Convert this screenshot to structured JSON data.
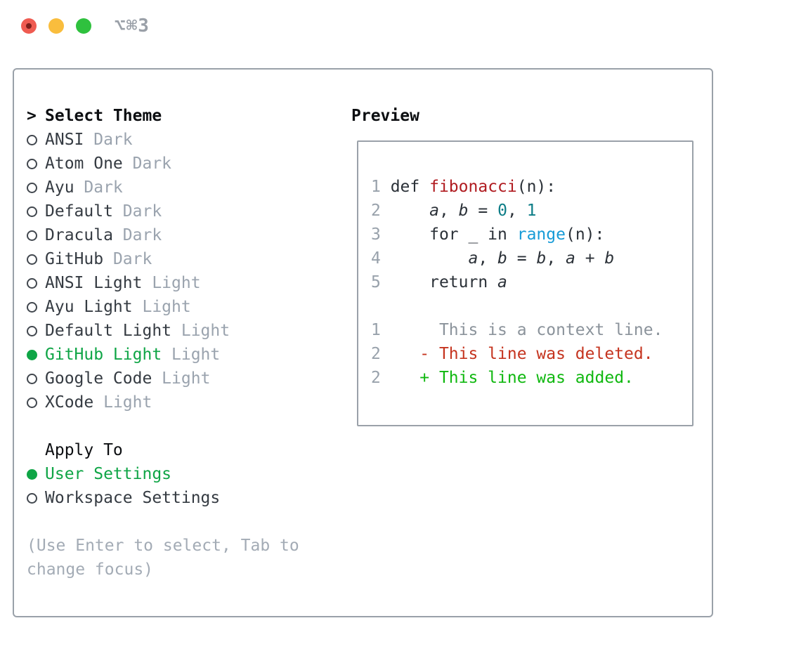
{
  "window": {
    "title": "⌥⌘3"
  },
  "colors": {
    "accent_green": "#0fa546",
    "added_green": "#10b810",
    "deleted_red": "#c5341f",
    "function_red": "#b01b20",
    "number_teal": "#0d7d87",
    "builtin_blue": "#169bd7",
    "text_dark": "#353b42",
    "heading_black": "#0c0e11",
    "muted_gray": "#9aa3ae",
    "hint_gray": "#a3abb5",
    "lineno_gray": "#98a1ab",
    "context_gray": "#8b939b",
    "border_gray": "#9aa1a9",
    "titlebar_gray": "#9aa0a8",
    "traffic_red": "#ef5b51",
    "traffic_red_dot": "#7e1f1b",
    "traffic_yellow": "#f9bd3d",
    "traffic_green": "#2fc13e"
  },
  "theme_panel": {
    "prompt": ">",
    "header": "Select Theme",
    "items": [
      {
        "name": "ANSI",
        "variant": "Dark",
        "selected": false
      },
      {
        "name": "Atom One",
        "variant": "Dark",
        "selected": false
      },
      {
        "name": "Ayu",
        "variant": "Dark",
        "selected": false
      },
      {
        "name": "Default",
        "variant": "Dark",
        "selected": false
      },
      {
        "name": "Dracula",
        "variant": "Dark",
        "selected": false
      },
      {
        "name": "GitHub",
        "variant": "Dark",
        "selected": false
      },
      {
        "name": "ANSI Light",
        "variant": "Light",
        "selected": false
      },
      {
        "name": "Ayu Light",
        "variant": "Light",
        "selected": false
      },
      {
        "name": "Default Light",
        "variant": "Light",
        "selected": false
      },
      {
        "name": "GitHub Light",
        "variant": "Light",
        "selected": true
      },
      {
        "name": "Google Code",
        "variant": "Light",
        "selected": false
      },
      {
        "name": "XCode",
        "variant": "Light",
        "selected": false
      }
    ]
  },
  "apply_panel": {
    "header": "Apply To",
    "items": [
      {
        "label": "User Settings",
        "selected": true
      },
      {
        "label": "Workspace Settings",
        "selected": false
      }
    ]
  },
  "hint": "(Use Enter to select, Tab to change focus)",
  "preview": {
    "title": "Preview",
    "lines": [
      {
        "num": "1",
        "tokens": [
          {
            "t": " def ",
            "c": "plain"
          },
          {
            "t": "fibonacci",
            "c": "func"
          },
          {
            "t": "(n):",
            "c": "plain"
          }
        ]
      },
      {
        "num": "2",
        "tokens": [
          {
            "t": "     ",
            "c": "plain"
          },
          {
            "t": "a",
            "c": "var"
          },
          {
            "t": ", ",
            "c": "plain"
          },
          {
            "t": "b",
            "c": "var"
          },
          {
            "t": " = ",
            "c": "plain"
          },
          {
            "t": "0",
            "c": "num"
          },
          {
            "t": ", ",
            "c": "plain"
          },
          {
            "t": "1",
            "c": "num"
          }
        ]
      },
      {
        "num": "3",
        "tokens": [
          {
            "t": "     for _ in ",
            "c": "plain"
          },
          {
            "t": "range",
            "c": "builtin"
          },
          {
            "t": "(n):",
            "c": "plain"
          }
        ]
      },
      {
        "num": "4",
        "tokens": [
          {
            "t": "         ",
            "c": "plain"
          },
          {
            "t": "a",
            "c": "var"
          },
          {
            "t": ", ",
            "c": "plain"
          },
          {
            "t": "b",
            "c": "var"
          },
          {
            "t": " = ",
            "c": "plain"
          },
          {
            "t": "b",
            "c": "var"
          },
          {
            "t": ", ",
            "c": "plain"
          },
          {
            "t": "a",
            "c": "var"
          },
          {
            "t": " + ",
            "c": "plain"
          },
          {
            "t": "b",
            "c": "var"
          }
        ]
      },
      {
        "num": "5",
        "tokens": [
          {
            "t": "     return ",
            "c": "plain"
          },
          {
            "t": "a",
            "c": "var"
          }
        ]
      },
      {
        "num": "",
        "tokens": []
      },
      {
        "num": "1",
        "tokens": [
          {
            "t": "      This is a context line.",
            "c": "ctx"
          }
        ]
      },
      {
        "num": "2",
        "tokens": [
          {
            "t": "    - This line was deleted.",
            "c": "del"
          }
        ]
      },
      {
        "num": "2",
        "tokens": [
          {
            "t": "    + This line was added.",
            "c": "add"
          }
        ]
      }
    ]
  }
}
